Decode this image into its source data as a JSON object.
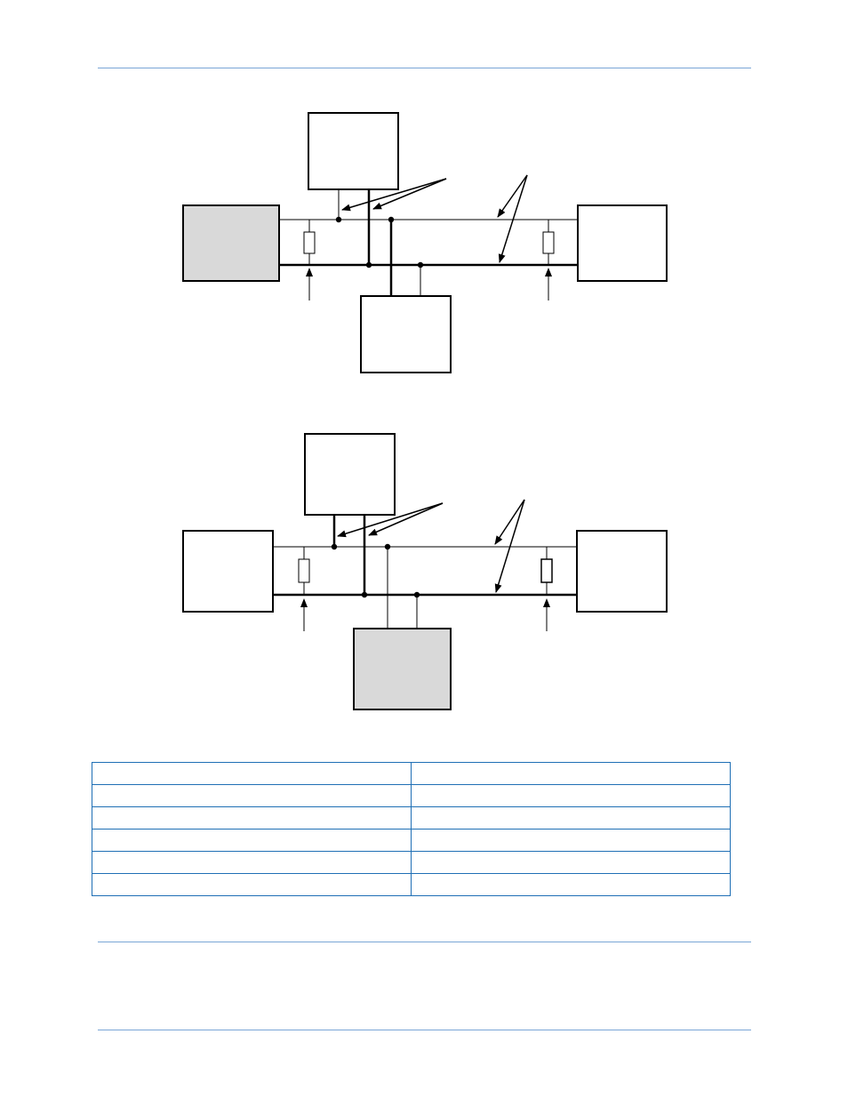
{
  "page": {
    "header_rule_color": "#7aa6d6",
    "table_border_color": "#1f6fb5"
  },
  "diagrams": [
    {
      "id": "diagram-1",
      "highlighted_device": "left",
      "highlight_fill": "#d9d9d9"
    },
    {
      "id": "diagram-2",
      "highlighted_device": "bottom",
      "highlight_fill": "#d9d9d9"
    }
  ],
  "table": {
    "rows": [
      [
        "",
        ""
      ],
      [
        "",
        ""
      ],
      [
        "",
        ""
      ],
      [
        "",
        ""
      ],
      [
        "",
        ""
      ],
      [
        "",
        ""
      ]
    ]
  }
}
